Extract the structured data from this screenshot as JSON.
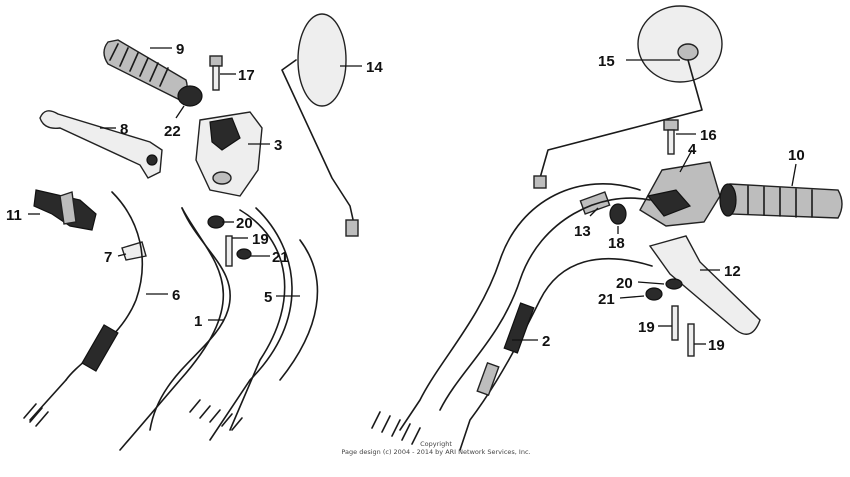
{
  "callouts": {
    "c1": "1",
    "c2": "2",
    "c3": "3",
    "c4": "4",
    "c5": "5",
    "c6": "6",
    "c7": "7",
    "c8": "8",
    "c9": "9",
    "c10": "10",
    "c11": "11",
    "c12": "12",
    "c13": "13",
    "c14": "14",
    "c15": "15",
    "c16": "16",
    "c17": "17",
    "c18": "18",
    "c19a": "19",
    "c19b": "19",
    "c19c": "19",
    "c20a": "20",
    "c20b": "20",
    "c21a": "21",
    "c21b": "21",
    "c22": "22"
  },
  "copyright": {
    "line1": "Copyright",
    "line2": "Page design (c) 2004 - 2014 by ARI Network Services, Inc."
  }
}
